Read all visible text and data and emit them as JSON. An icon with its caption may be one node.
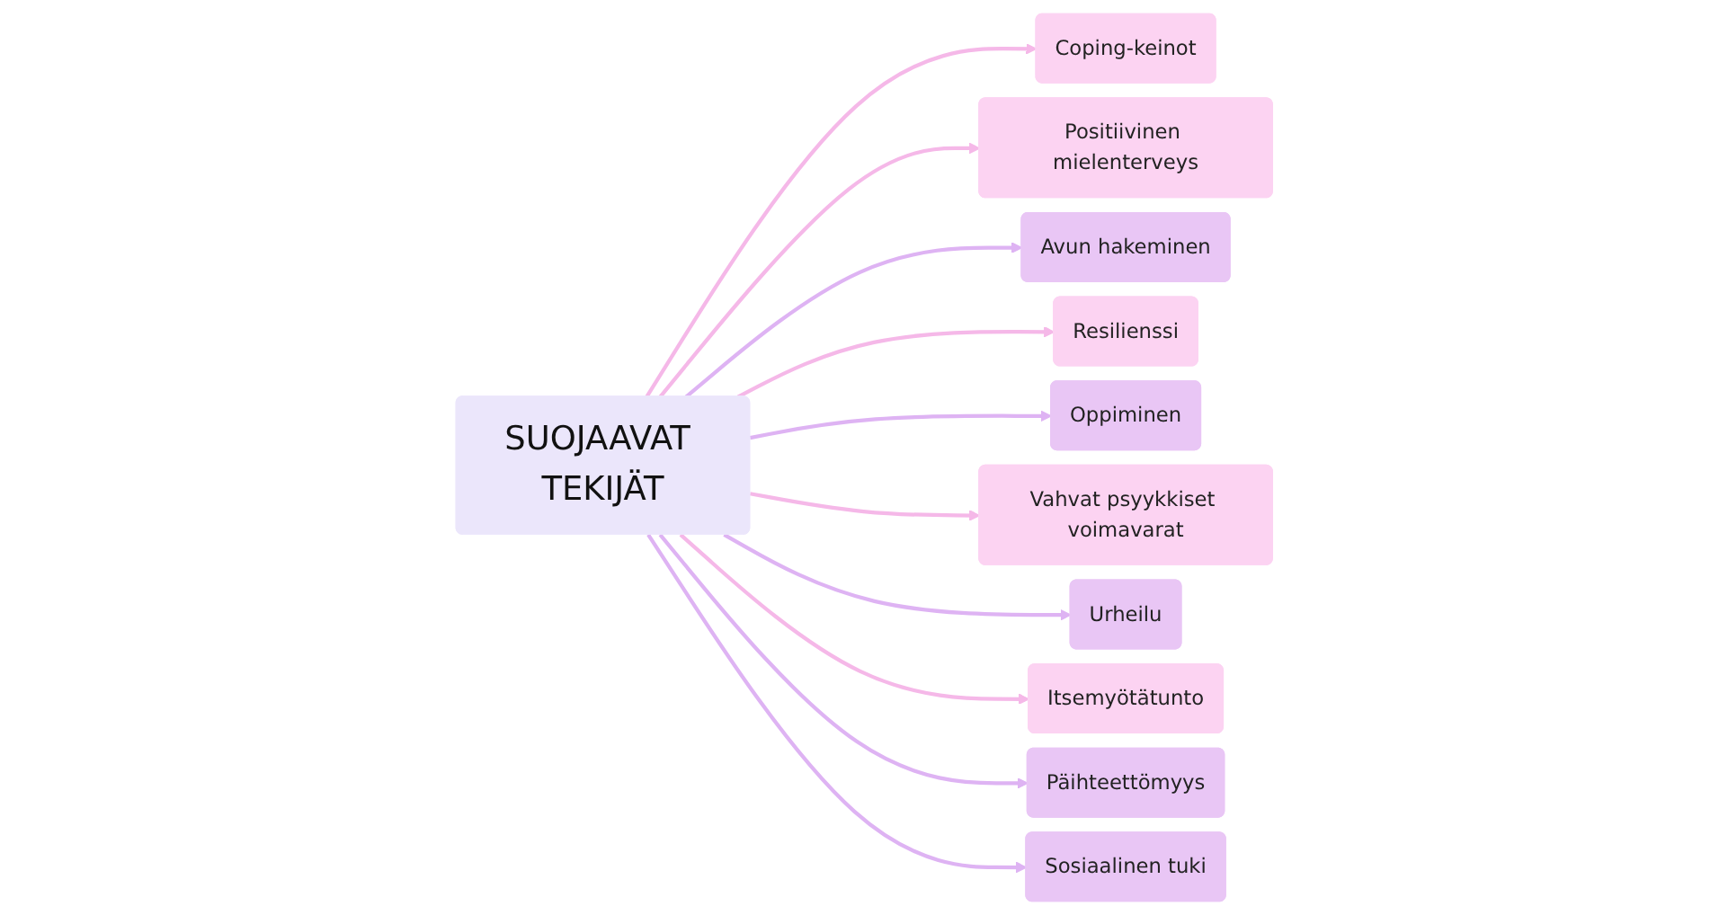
{
  "diagram": {
    "nodes": [
      {
        "text": [
          "SUOJAAVAT TEKIJÄT"
        ]
      },
      {
        "text": [
          "Coping-keinot"
        ]
      },
      {
        "text": [
          "Positiivinen mielenterveys"
        ]
      },
      {
        "text": [
          "Avun hakeminen"
        ]
      },
      {
        "text": [
          "Resilienssi"
        ]
      },
      {
        "text": [
          "Oppiminen"
        ]
      },
      {
        "text": [
          "Vahvat psyykkiset voimavarat"
        ]
      },
      {
        "text": [
          "Urheilu"
        ]
      },
      {
        "text": [
          "Itsemyötätunto"
        ]
      },
      {
        "text": [
          "Päihteettömyys"
        ]
      },
      {
        "text": [
          "Sosiaalinen tuki"
        ]
      }
    ],
    "edges": [
      {
        "from": 0,
        "to": 1,
        "arrow": "to",
        "color": "#f5b8e8"
      },
      {
        "from": 0,
        "to": 2,
        "arrow": "to",
        "color": "#f5b8e8"
      },
      {
        "from": 0,
        "to": 3,
        "arrow": "to",
        "color": "#deb3f3"
      },
      {
        "from": 0,
        "to": 4,
        "arrow": "to",
        "color": "#f5b8e8"
      },
      {
        "from": 0,
        "to": 5,
        "arrow": "to",
        "color": "#deb3f3"
      },
      {
        "from": 0,
        "to": 6,
        "arrow": "to",
        "color": "#f5b8e8"
      },
      {
        "from": 0,
        "to": 7,
        "arrow": "to",
        "color": "#deb3f3"
      },
      {
        "from": 0,
        "to": 8,
        "arrow": "to",
        "color": "#f5b8e8"
      },
      {
        "from": 0,
        "to": 9,
        "arrow": "to",
        "color": "#deb3f3"
      },
      {
        "from": 0,
        "to": 10,
        "arrow": "to",
        "color": "#deb3f3"
      }
    ]
  }
}
